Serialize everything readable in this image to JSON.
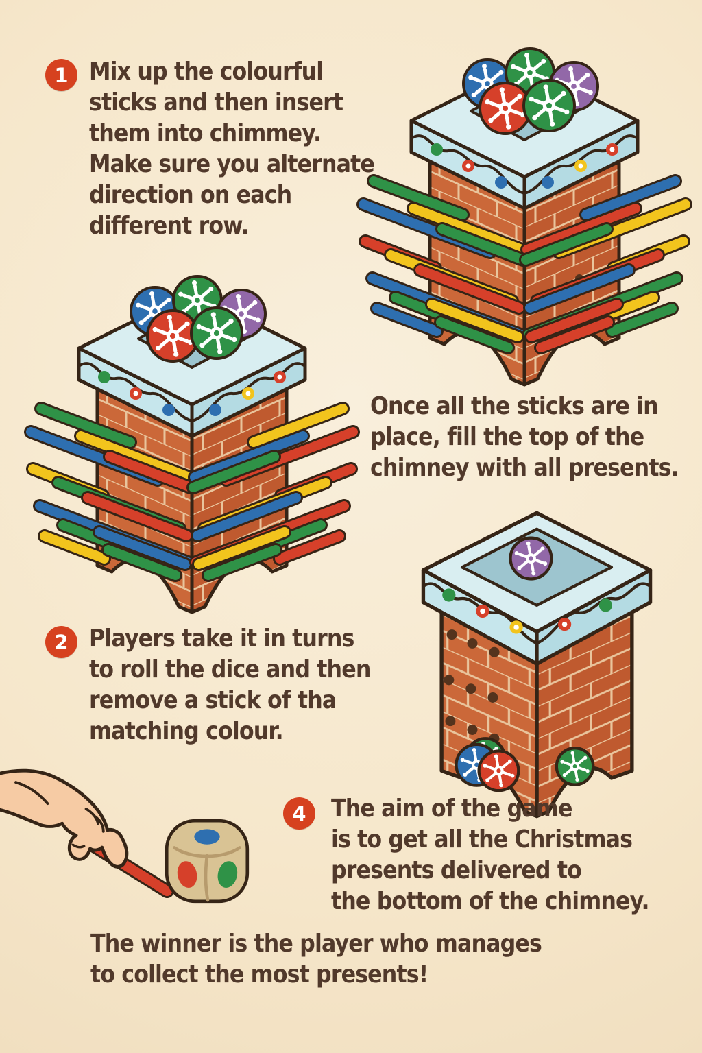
{
  "palette": {
    "background": "#f6e7cb",
    "text": "#51392b",
    "badge": "#d6411f",
    "outline": "#352416",
    "brick": "#cb6839",
    "brick_dark": "#bf5a2f",
    "mortar": "#e9c49c",
    "snow_top": "#d9eef1",
    "snow_left": "#c6e6ec",
    "snow_right": "#b4dbe3",
    "opening": "#9dc5cf",
    "red": "#d6402a",
    "yellow": "#f2c41d",
    "green": "#2f9247",
    "blue": "#2e6fb0",
    "purple": "#9268a8",
    "skin": "#f6cba4",
    "dice": "#d9c394",
    "dice_seam": "#b79b6d",
    "hole": "#54331d"
  },
  "steps": {
    "step1": {
      "number": "1",
      "lines": [
        "Mix up the colourful",
        "sticks and then insert",
        "them into chimmey.",
        "Make sure you alternate",
        "direction on each",
        "different row."
      ]
    },
    "note_sticks": {
      "lines": [
        "Once all the sticks are in",
        "place, fill the top of the",
        "chimney with all presents."
      ]
    },
    "step2": {
      "number": "2",
      "lines": [
        "Players take it in turns",
        "to roll the dice and then",
        "remove a stick of tha",
        "matching colour."
      ]
    },
    "step4": {
      "number": "4",
      "lines": [
        "The aim of the game",
        "is to get all the Christmas",
        "presents delivered to",
        "the bottom of the chimney."
      ]
    },
    "footer": {
      "lines": [
        "The winner is the player who manages",
        "to collect the most presents!"
      ]
    }
  },
  "illustrations": {
    "stick_geometry": {
      "left": [
        [
          30,
          218,
          160,
          267
        ],
        [
          15,
          252,
          200,
          322
        ],
        [
          88,
          258,
          246,
          318
        ],
        [
          130,
          288,
          248,
          333
        ],
        [
          18,
          306,
          120,
          345
        ],
        [
          55,
          326,
          232,
          393
        ],
        [
          98,
          348,
          242,
          403
        ],
        [
          28,
          360,
          244,
          442
        ],
        [
          62,
          388,
          182,
          434
        ],
        [
          115,
          398,
          240,
          445
        ],
        [
          35,
          404,
          122,
          437
        ],
        [
          128,
          424,
          226,
          461
        ]
      ],
      "right": [
        [
          470,
          218,
          340,
          267
        ],
        [
          485,
          252,
          300,
          322
        ],
        [
          412,
          258,
          254,
          318
        ],
        [
          370,
          288,
          252,
          333
        ],
        [
          482,
          306,
          380,
          345
        ],
        [
          445,
          326,
          268,
          393
        ],
        [
          402,
          348,
          258,
          403
        ],
        [
          472,
          360,
          256,
          442
        ],
        [
          438,
          388,
          318,
          434
        ],
        [
          385,
          398,
          260,
          445
        ],
        [
          465,
          404,
          378,
          437
        ],
        [
          372,
          424,
          274,
          461
        ]
      ]
    },
    "chimneys": [
      {
        "svg": "chimA",
        "name": "chimney-with-sticks-and-presents-top-right",
        "ornaments": [
          "blue",
          "green",
          "purple",
          "red",
          "green"
        ],
        "cap_dots": [
          "green",
          "red",
          "blue",
          "blue",
          "yellow",
          "red"
        ],
        "sticks_left": [
          "green",
          "blue",
          "yellow",
          "green",
          "red",
          "yellow",
          "red",
          "blue",
          "green",
          "yellow",
          "blue",
          "green"
        ],
        "sticks_right": [
          "blue",
          "yellow",
          "red",
          "green",
          "yellow",
          "red",
          "blue",
          "green",
          "yellow",
          "red",
          "green",
          "red"
        ]
      },
      {
        "svg": "chimB",
        "name": "chimney-with-sticks-and-presents-middle-left",
        "ornaments": [
          "blue",
          "green",
          "purple",
          "red",
          "green"
        ],
        "cap_dots": [
          "green",
          "red",
          "blue",
          "blue",
          "yellow",
          "red"
        ],
        "sticks_left": [
          "green",
          "blue",
          "yellow",
          "red",
          "yellow",
          "green",
          "red",
          "blue",
          "green",
          "blue",
          "yellow",
          "green"
        ],
        "sticks_right": [
          "yellow",
          "red",
          "blue",
          "green",
          "red",
          "yellow",
          "blue",
          "red",
          "green",
          "yellow",
          "red",
          "green"
        ]
      },
      {
        "svg": "chimC",
        "name": "chimney-emptied-with-presents-at-bottom",
        "top_ornament": "purple",
        "bottom_ornaments": [
          "green",
          "blue",
          "red",
          "green"
        ],
        "cap_dots": [
          "green",
          "red",
          "yellow",
          "red",
          "green"
        ]
      }
    ],
    "dice": {
      "name": "colour-dice",
      "top_face": "blue",
      "left_face": "red",
      "right_face": "green"
    },
    "hand": {
      "name": "hand-holding-stick",
      "stick_color": "red"
    }
  }
}
